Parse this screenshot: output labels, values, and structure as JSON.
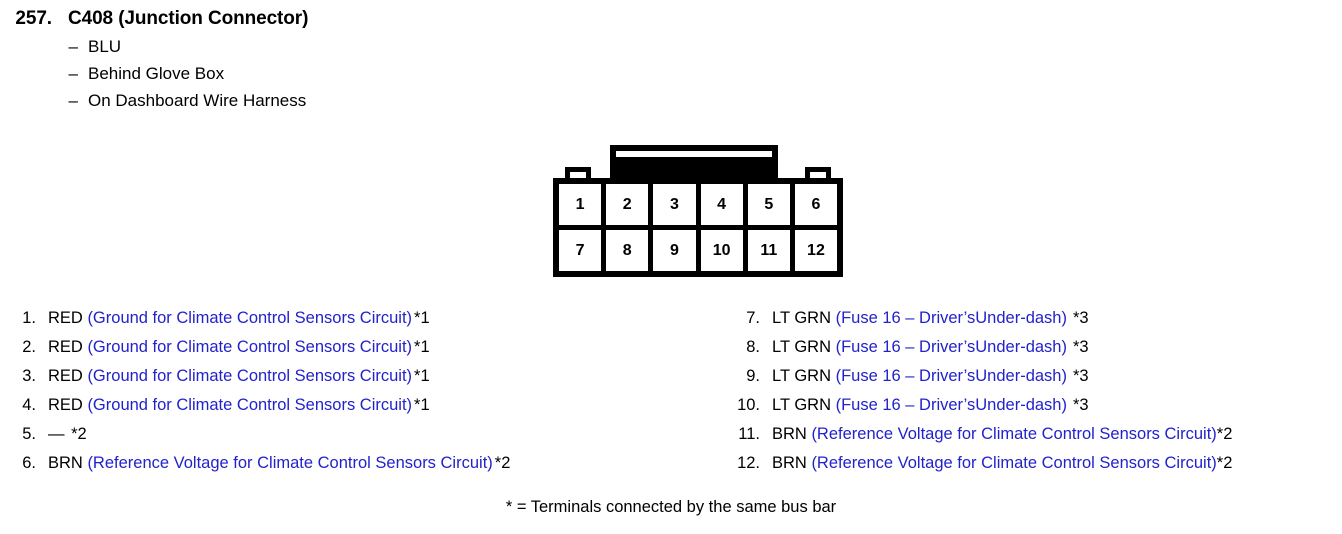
{
  "header": {
    "number": "257.",
    "title": "C408 (Junction Connector)",
    "dash": "–",
    "details": [
      "BLU",
      "Behind Glove Box",
      "On Dashboard Wire Harness"
    ]
  },
  "connector": {
    "top_row": [
      "1",
      "2",
      "3",
      "4",
      "5",
      "6"
    ],
    "bottom_row": [
      "7",
      "8",
      "9",
      "10",
      "11",
      "12"
    ]
  },
  "terminals_left": [
    {
      "num": "1.",
      "wire": "RED",
      "circuit": "(Ground for Climate Control Sensors Circuit)",
      "note": "*1"
    },
    {
      "num": "2.",
      "wire": "RED",
      "circuit": "(Ground for Climate Control Sensors Circuit)",
      "note": "*1"
    },
    {
      "num": "3.",
      "wire": "RED",
      "circuit": "(Ground for Climate Control Sensors Circuit)",
      "note": "*1"
    },
    {
      "num": "4.",
      "wire": "RED",
      "circuit": "(Ground for Climate Control Sensors Circuit)",
      "note": "*1"
    },
    {
      "num": "5.",
      "wire": "—",
      "circuit": "",
      "note": "*2"
    },
    {
      "num": "6.",
      "wire": "BRN",
      "circuit": "(Reference Voltage for Climate Control Sensors Circuit)",
      "note": "*2"
    }
  ],
  "terminals_right": [
    {
      "num": "7.",
      "wire": "LT GRN",
      "circuit": "(Fuse 16 – Driver’sUnder-dash)",
      "note": "*3"
    },
    {
      "num": "8.",
      "wire": "LT GRN",
      "circuit": "(Fuse 16 – Driver’sUnder-dash)",
      "note": "*3"
    },
    {
      "num": "9.",
      "wire": "LT GRN",
      "circuit": "(Fuse 16 – Driver’sUnder-dash)",
      "note": "*3"
    },
    {
      "num": "10.",
      "wire": "LT GRN",
      "circuit": "(Fuse 16 – Driver’sUnder-dash)",
      "note": "*3"
    },
    {
      "num": "11.",
      "wire": "BRN",
      "circuit": "(Reference Voltage for Climate Control Sensors Circuit)",
      "note": "*2"
    },
    {
      "num": "12.",
      "wire": "BRN",
      "circuit": "(Reference Voltage for Climate Control Sensors Circuit)",
      "note": "*2"
    }
  ],
  "footnote": "* = Terminals connected by the same bus bar",
  "colors": {
    "circuit_blue": "#2222cc",
    "text_black": "#000000"
  }
}
